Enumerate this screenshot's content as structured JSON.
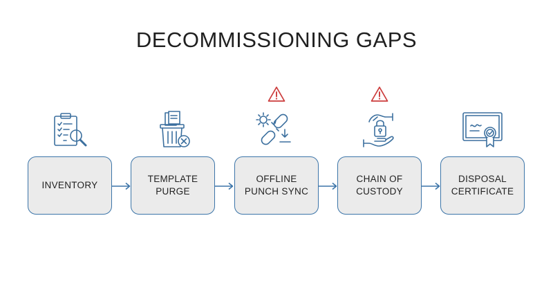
{
  "title": "DECOMMISSIONING GAPS",
  "colors": {
    "icon_stroke": "#3b6f9e",
    "box_fill": "#ebebeb",
    "box_border": "#3b74a8",
    "warning": "#cc3b3b"
  },
  "steps": [
    {
      "label": "INVENTORY",
      "icon": "clipboard-magnifier-icon",
      "warning": false
    },
    {
      "label": "TEMPLATE\nPURGE",
      "icon": "trash-documents-icon",
      "warning": false
    },
    {
      "label": "OFFLINE\nPUNCH SYNC",
      "icon": "broken-link-sync-icon",
      "warning": true
    },
    {
      "label": "CHAIN OF\nCUSTODY",
      "icon": "hand-off-lock-icon",
      "warning": true
    },
    {
      "label": "DISPOSAL\nCERTIFICATE",
      "icon": "certificate-icon",
      "warning": false
    }
  ]
}
